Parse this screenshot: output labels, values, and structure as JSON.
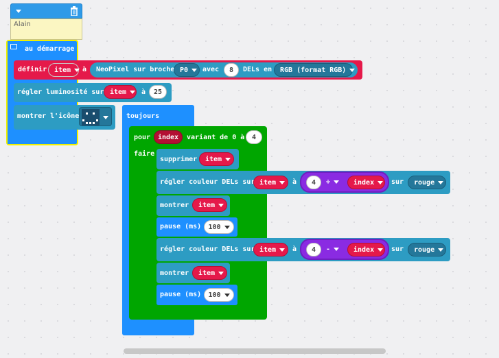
{
  "comment": {
    "text": "Alain"
  },
  "on_start": {
    "label": "au démarrage",
    "set": {
      "label": "définir",
      "var": "item",
      "to": "à",
      "neopixel": "NeoPixel sur broche",
      "pin": "P0",
      "with": "avec",
      "count": "8",
      "leds_in": "DELs en",
      "mode": "RGB (format RGB)"
    },
    "brightness": {
      "label": "régler luminosité sur",
      "var": "item",
      "to": "à",
      "value": "25"
    },
    "show_icon": {
      "label": "montrer l'icône"
    }
  },
  "forever": {
    "label": "toujours",
    "loop": {
      "for": "pour",
      "var": "index",
      "range": "variant de 0 à",
      "max": "4",
      "do": "faire"
    },
    "stmts": {
      "clear": {
        "label": "supprimer",
        "var": "item"
      },
      "color1": {
        "label": "régler couleur DELs sur",
        "var": "item",
        "to": "à",
        "a": "4",
        "op": "÷",
        "b": "index",
        "on": "sur",
        "color": "rouge"
      },
      "show1": {
        "label": "montrer",
        "var": "item"
      },
      "pause1": {
        "label": "pause (ms)",
        "value": "100"
      },
      "color2": {
        "label": "régler couleur DELs sur",
        "var": "item",
        "to": "à",
        "a": "4",
        "op": "-",
        "b": "index",
        "on": "sur",
        "color": "rouge"
      },
      "show2": {
        "label": "montrer",
        "var": "item"
      },
      "pause2": {
        "label": "pause (ms)",
        "value": "100"
      }
    }
  },
  "colors": {
    "blue": "#1e90ff",
    "red": "#e5194a",
    "teal": "#2d9cc3",
    "green": "#00a600",
    "purple": "#8a2be2"
  }
}
